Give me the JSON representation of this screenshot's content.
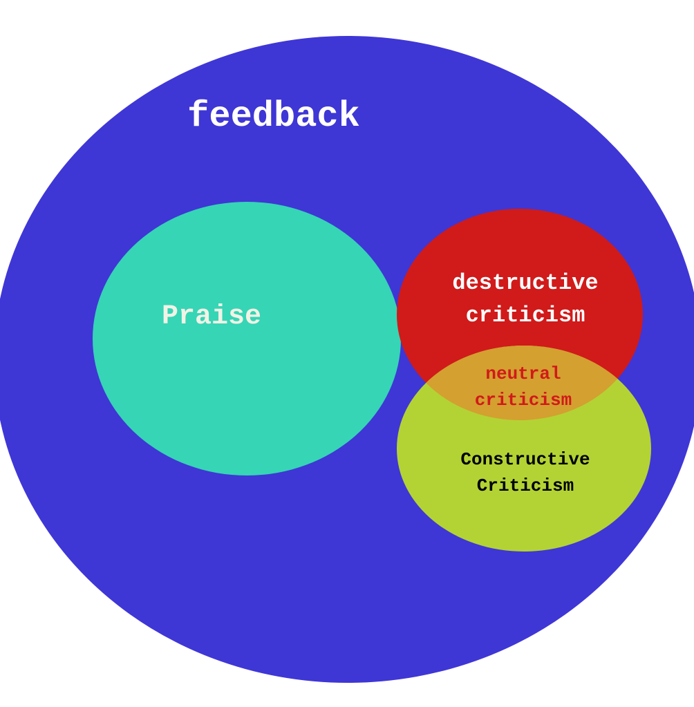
{
  "title": "feedback",
  "sets": {
    "praise": {
      "label": "Praise",
      "color": "#35D5B5"
    },
    "destructive": {
      "label_line1": "destructive",
      "label_line2": "criticism",
      "color": "#D11A1A"
    },
    "constructive": {
      "label_line1": "Constructive",
      "label_line2": "Criticism",
      "color": "#B3D334"
    },
    "neutral": {
      "label_line1": "neutral",
      "label_line2": "criticism",
      "color": "#D4A030"
    }
  },
  "colors": {
    "feedback": "#3F36D6"
  }
}
